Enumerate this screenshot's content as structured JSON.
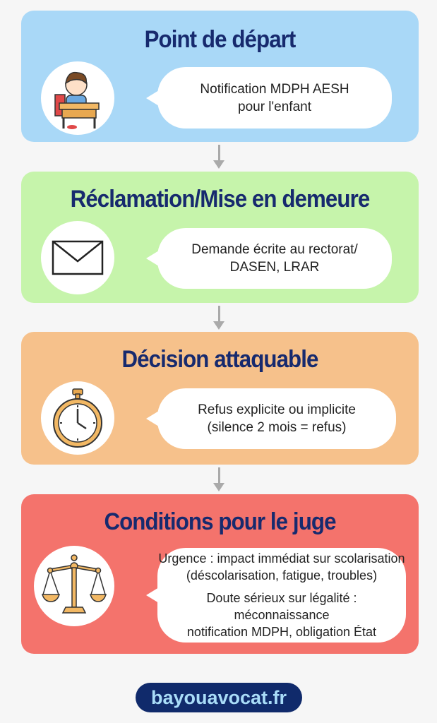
{
  "steps": [
    {
      "title": "Point de départ",
      "icon": "child-at-desk-icon",
      "lines": [
        "Notification MDPH AESH",
        "pour l'enfant"
      ],
      "color": "#a9d8f7"
    },
    {
      "title": "Réclamation/Mise en demeure",
      "icon": "envelope-icon",
      "lines": [
        "Demande écrite au rectorat/",
        "DASEN, LRAR"
      ],
      "color": "#c6f4ab"
    },
    {
      "title": "Décision attaquable",
      "icon": "stopwatch-icon",
      "lines": [
        "Refus explicite ou implicite",
        "(silence 2 mois = refus)"
      ],
      "color": "#f6c18b"
    },
    {
      "title": "Conditions pour le juge",
      "icon": "scales-of-justice-icon",
      "lines": [
        "Urgence : impact immédiat sur scolarisation",
        "(déscolarisation, fatigue, troubles)",
        "Doute sérieux sur légalité : méconnaissance",
        "notification MDPH, obligation État"
      ],
      "color": "#f4736c"
    }
  ],
  "footer": {
    "website": "bayouavocat.fr"
  }
}
